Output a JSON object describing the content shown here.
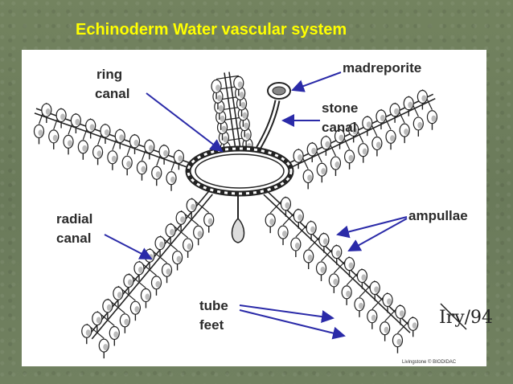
{
  "title": "Echinoderm Water vascular system",
  "labels": {
    "ring_canal_1": "ring",
    "ring_canal_2": "canal",
    "madreporite": "madreporite",
    "stone_canal_1": "stone",
    "stone_canal_2": "canal",
    "radial_canal_1": "radial",
    "radial_canal_2": "canal",
    "ampullae": "ampullae",
    "tube_feet_1": "tube",
    "tube_feet_2": "feet"
  },
  "signature": "Iry/94",
  "credit": "Livingstone © BIODIDAC",
  "colors": {
    "title": "#ffff00",
    "arrow": "#2a2aa8"
  }
}
